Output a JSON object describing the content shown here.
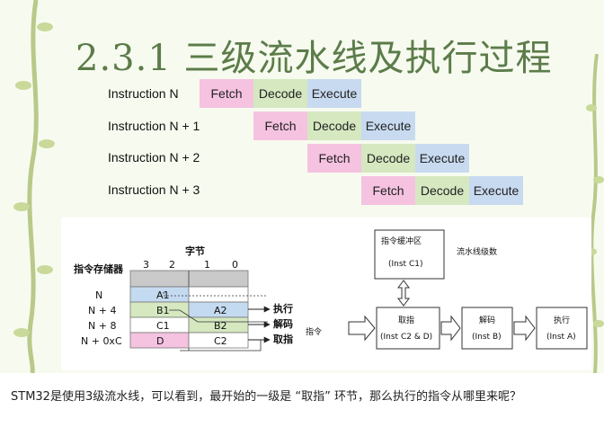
{
  "slide": {
    "title": "2.3.1 三级流水线及执行过程"
  },
  "pipeline": {
    "instructions": [
      {
        "label": "Instruction N",
        "start": 0
      },
      {
        "label": "Instruction N + 1",
        "start": 1
      },
      {
        "label": "Instruction N + 2",
        "start": 2
      },
      {
        "label": "Instruction N + 3",
        "start": 3
      }
    ],
    "stages": [
      "Fetch",
      "Decode",
      "Execute"
    ],
    "colors": {
      "Fetch": "#f5c2e0",
      "Decode": "#d5e8c0",
      "Execute": "#c8daf0"
    }
  },
  "memory_diagram": {
    "byte_header": "字节",
    "byte_columns": [
      "3",
      "2",
      "1",
      "0"
    ],
    "memory_label": "指令存储器",
    "addresses": [
      "N",
      "N + 4",
      "N + 8",
      "N + 0xC"
    ],
    "rows": [
      {
        "left": "A1",
        "right": ""
      },
      {
        "left": "B1",
        "right": "A2"
      },
      {
        "left": "C1",
        "right": "B2"
      },
      {
        "left": "D",
        "right": "C2"
      }
    ],
    "arrow_labels": [
      "执行",
      "解码",
      "取指"
    ],
    "side_label": "指令"
  },
  "flow_diagram": {
    "buffer_title": "指令缓冲区",
    "buffer_content": "(Inst C1)",
    "stages_label": "流水线级数",
    "fetch_title": "取指",
    "fetch_content": "(Inst C2 & D)",
    "decode_title": "解码",
    "decode_content": "(Inst B)",
    "execute_title": "执行",
    "execute_content": "(Inst A)"
  },
  "caption": {
    "text": "STM32是使用3级流水线，可以看到，最开始的一级是 “取指” 环节，那么执行的指令从哪里来呢？"
  }
}
